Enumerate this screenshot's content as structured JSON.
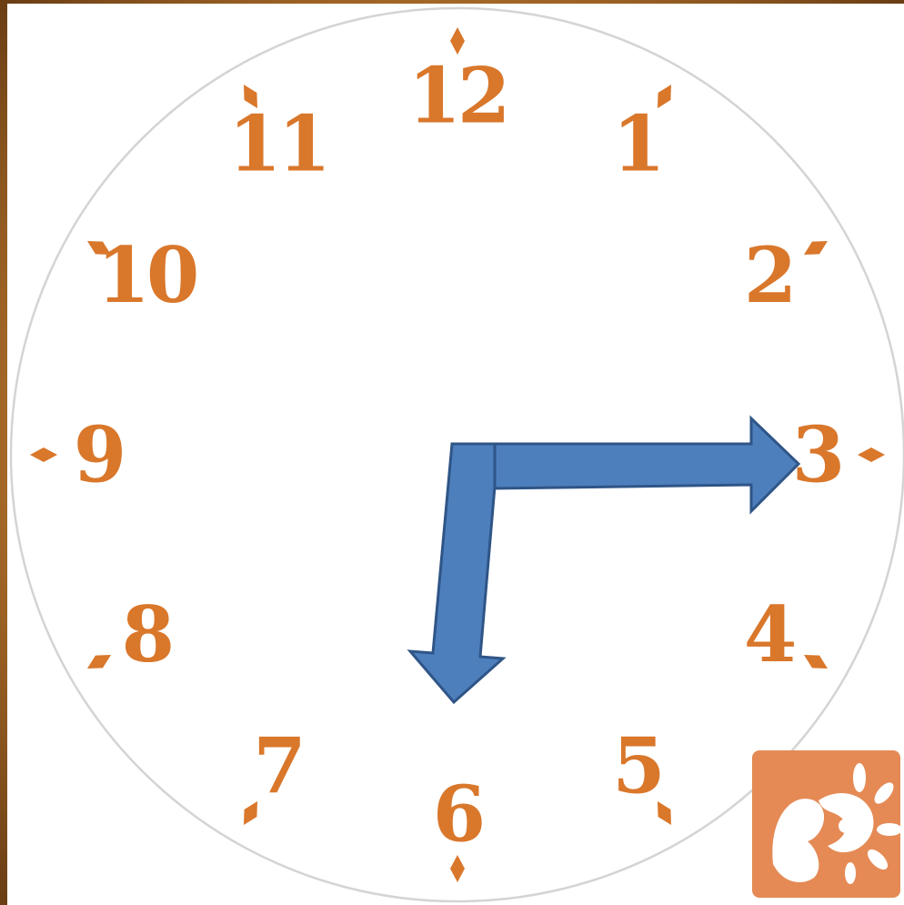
{
  "clock": {
    "numerals": [
      "12",
      "1",
      "2",
      "3",
      "4",
      "5",
      "6",
      "7",
      "8",
      "9",
      "10",
      "11"
    ],
    "hands": [
      {
        "name": "hour",
        "points_to": "3"
      },
      {
        "name": "minute",
        "points_to": "6"
      }
    ]
  },
  "colors": {
    "numeral": "#d9772b",
    "marker": "#d9772b",
    "hand_fill": "#4e7fbd",
    "hand_stroke": "#2f5587",
    "face": "#ffffff",
    "face_rim": "#d4d4d4",
    "frame": "#b8762e",
    "logo_bg": "#e58a55",
    "logo_fg": "#ffffff"
  },
  "icons": {
    "logo": "sun-swirl-logo-icon",
    "marker": "diamond-marker-icon"
  }
}
